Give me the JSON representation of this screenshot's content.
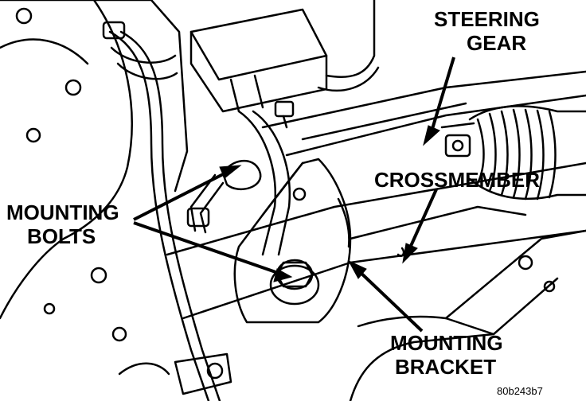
{
  "labels": {
    "steering_gear_1": "STEERING",
    "steering_gear_2": "GEAR",
    "crossmember": "CROSSMEMBER",
    "mounting_bolts_1": "MOUNTING",
    "mounting_bolts_2": "BOLTS",
    "mounting_bracket_1": "MOUNTING",
    "mounting_bracket_2": "BRACKET"
  },
  "figure_id": "80b243b7",
  "colors": {
    "ink": "#000000",
    "paper": "#ffffff"
  }
}
